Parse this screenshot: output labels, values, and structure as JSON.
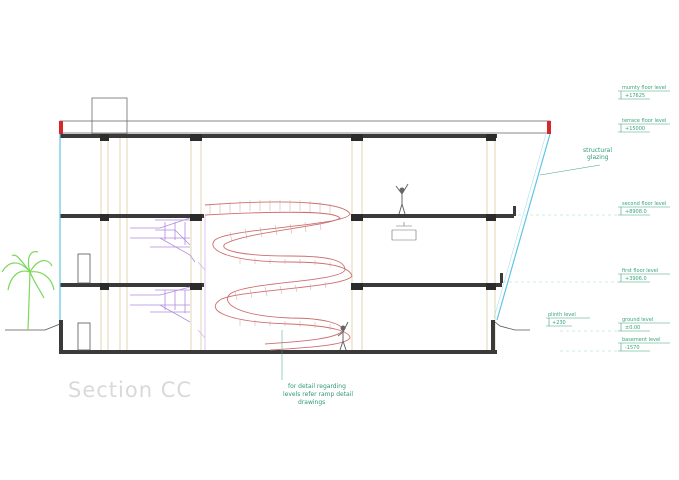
{
  "drawing": {
    "title": "Section  CC",
    "annotations": {
      "structural_glazing": [
        "structural",
        "glazing"
      ],
      "detail_note": [
        "for detail regarding",
        "levels refer ramp detail",
        "drawings"
      ],
      "plinth_level": "plinth level",
      "plinth_value": "+230"
    },
    "levels": [
      {
        "name": "mumty floor level",
        "value": "+17625"
      },
      {
        "name": "terrace floor level",
        "value": "+15000"
      },
      {
        "name": "second floor level",
        "value": "+8908.0"
      },
      {
        "name": "first floor level",
        "value": "+3906.0"
      },
      {
        "name": "ground level",
        "value": "±0.00"
      },
      {
        "name": "basement level",
        "value": "-1570"
      }
    ],
    "colors": {
      "structure": "#3a3a3a",
      "columns": "#e8dcc0",
      "ramp": "#cc6f6f",
      "stairs": "#b48be0",
      "glazing": "#5fc4e6",
      "annotation": "#3aa37a",
      "parapet": "#d62828",
      "palm": "#7bd85a"
    }
  }
}
